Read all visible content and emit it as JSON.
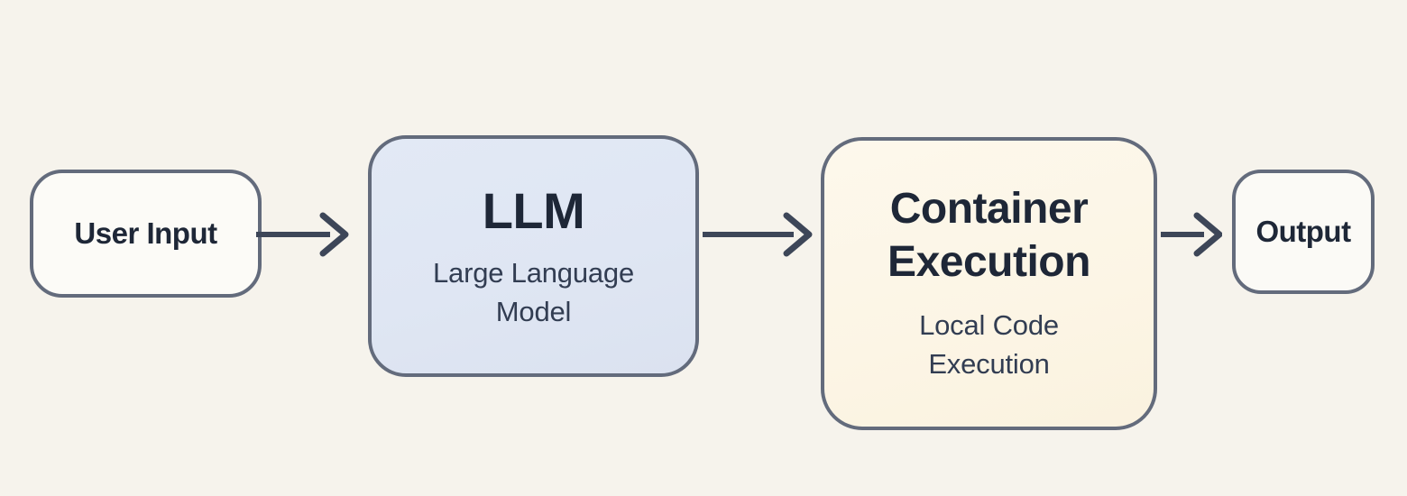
{
  "nodes": [
    {
      "id": "user-input",
      "label": "User Input"
    },
    {
      "id": "llm",
      "label": "LLM",
      "sublabel": "Large Language Model"
    },
    {
      "id": "container-execution",
      "label": "Container Execution",
      "sublabel": "Local Code Execution"
    },
    {
      "id": "output",
      "label": "Output"
    }
  ],
  "flow_order": [
    "User Input",
    "LLM",
    "Container Execution",
    "Output"
  ],
  "colors": {
    "canvas_bg": "#f6f3ec",
    "node_border": "#636b7c",
    "arrow": "#3d4658",
    "user_input_fill": "#fcfbf7",
    "llm_fill": "#dfe6f3",
    "container_fill": "#fcf5e5",
    "output_fill": "#fbfaf6",
    "title_text": "#1e2737",
    "subtitle_text": "#323d52"
  }
}
